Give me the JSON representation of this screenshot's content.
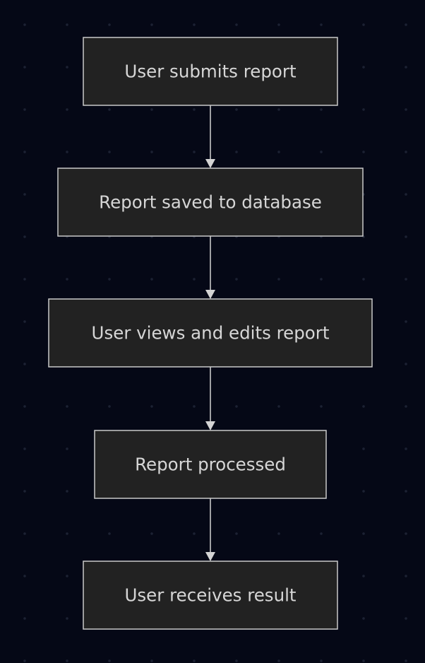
{
  "diagram": {
    "type": "flowchart",
    "direction": "top-to-bottom",
    "colors": {
      "background": "#050816",
      "node_fill": "#222222",
      "node_border": "#c9c9c9",
      "text": "#d6d6d6",
      "edge": "#d4d4d4"
    },
    "nodes": [
      {
        "id": "submit",
        "label": "User submits report"
      },
      {
        "id": "saved",
        "label": "Report saved to database"
      },
      {
        "id": "edit",
        "label": "User views and edits report"
      },
      {
        "id": "processed",
        "label": "Report processed"
      },
      {
        "id": "result",
        "label": "User receives result"
      }
    ],
    "edges": [
      {
        "from": "submit",
        "to": "saved"
      },
      {
        "from": "saved",
        "to": "edit"
      },
      {
        "from": "edit",
        "to": "processed"
      },
      {
        "from": "processed",
        "to": "result"
      }
    ]
  }
}
